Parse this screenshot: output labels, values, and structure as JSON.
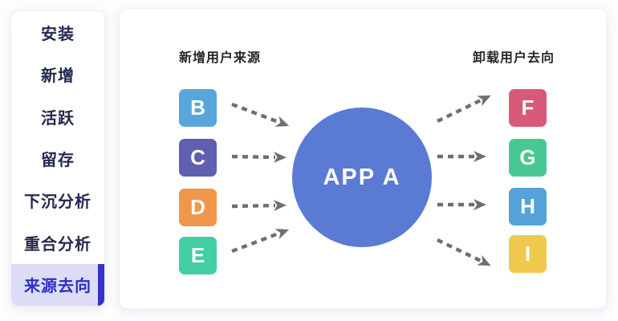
{
  "sidebar": {
    "items": [
      {
        "label": "安装",
        "selected": false
      },
      {
        "label": "新增",
        "selected": false
      },
      {
        "label": "活跃",
        "selected": false
      },
      {
        "label": "留存",
        "selected": false
      },
      {
        "label": "下沉分析",
        "selected": false
      },
      {
        "label": "重合分析",
        "selected": false
      },
      {
        "label": "来源去向",
        "selected": true
      }
    ],
    "colors": {
      "item_text": "#23294e",
      "selected_text": "#2c2fc4",
      "selected_bg": "#dcdcf6",
      "selected_bar": "#3533c9"
    }
  },
  "diagram": {
    "source_label": "新增用户来源",
    "target_label": "卸载用户去向",
    "center": {
      "label": "APP A",
      "color": "#5a7ad3"
    },
    "sources": [
      {
        "label": "B",
        "color": "#58a7dc"
      },
      {
        "label": "C",
        "color": "#5f60b0"
      },
      {
        "label": "D",
        "color": "#f0974c"
      },
      {
        "label": "E",
        "color": "#41cfa3"
      }
    ],
    "targets": [
      {
        "label": "F",
        "color": "#d85a78"
      },
      {
        "label": "G",
        "color": "#47c893"
      },
      {
        "label": "H",
        "color": "#55a2da"
      },
      {
        "label": "I",
        "color": "#eec94e"
      }
    ],
    "arrow_color": "#6f6f6f"
  }
}
